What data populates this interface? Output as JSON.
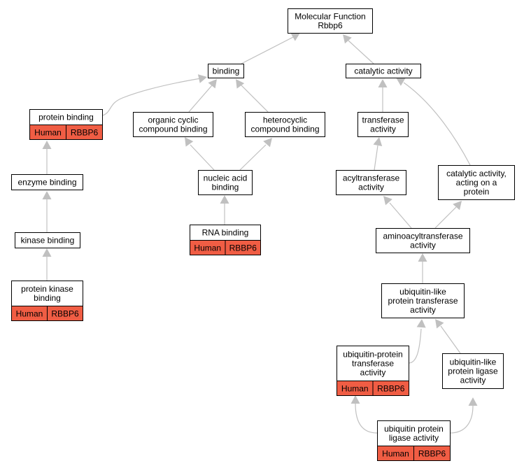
{
  "colors": {
    "annotation": "#f05d44",
    "edge": "#c0c0c0"
  },
  "nodes": [
    {
      "id": "mf",
      "lines": [
        "Molecular Function",
        "Rbbp6"
      ]
    },
    {
      "id": "binding",
      "lines": [
        "binding"
      ]
    },
    {
      "id": "catalytic",
      "lines": [
        "catalytic activity"
      ]
    },
    {
      "id": "protein_binding",
      "lines": [
        "protein binding"
      ],
      "annotation": [
        "Human",
        "RBBP6"
      ]
    },
    {
      "id": "organic_cyclic",
      "lines": [
        "organic cyclic",
        "compound binding"
      ]
    },
    {
      "id": "heterocyclic",
      "lines": [
        "heterocyclic",
        "compound binding"
      ]
    },
    {
      "id": "transferase",
      "lines": [
        "transferase",
        "activity"
      ]
    },
    {
      "id": "enzyme_binding",
      "lines": [
        "enzyme binding"
      ]
    },
    {
      "id": "nucleic_acid",
      "lines": [
        "nucleic acid",
        "binding"
      ]
    },
    {
      "id": "acyltransferase",
      "lines": [
        "acyltransferase",
        "activity"
      ]
    },
    {
      "id": "cat_protein",
      "lines": [
        "catalytic activity,",
        "acting on a",
        "protein"
      ]
    },
    {
      "id": "rna_binding",
      "lines": [
        "RNA binding"
      ],
      "annotation": [
        "Human",
        "RBBP6"
      ]
    },
    {
      "id": "aminoacyl",
      "lines": [
        "aminoacyltransferase",
        "activity"
      ]
    },
    {
      "id": "kinase_binding",
      "lines": [
        "kinase binding"
      ]
    },
    {
      "id": "protein_kinase",
      "lines": [
        "protein kinase",
        "binding"
      ],
      "annotation": [
        "Human",
        "RBBP6"
      ]
    },
    {
      "id": "ubl_transferase",
      "lines": [
        "ubiquitin-like",
        "protein transferase",
        "activity"
      ]
    },
    {
      "id": "ub_transferase",
      "lines": [
        "ubiquitin-protein",
        "transferase",
        "activity"
      ],
      "annotation": [
        "Human",
        "RBBP6"
      ]
    },
    {
      "id": "ubl_ligase",
      "lines": [
        "ubiquitin-like",
        "protein ligase",
        "activity"
      ]
    },
    {
      "id": "ub_ligase",
      "lines": [
        "ubiquitin protein",
        "ligase activity"
      ],
      "annotation": [
        "Human",
        "RBBP6"
      ]
    }
  ],
  "edges": [
    {
      "from": "binding",
      "to": "mf"
    },
    {
      "from": "catalytic",
      "to": "mf"
    },
    {
      "from": "protein_binding",
      "to": "binding"
    },
    {
      "from": "organic_cyclic",
      "to": "binding"
    },
    {
      "from": "heterocyclic",
      "to": "binding"
    },
    {
      "from": "transferase",
      "to": "catalytic"
    },
    {
      "from": "cat_protein",
      "to": "catalytic"
    },
    {
      "from": "enzyme_binding",
      "to": "protein_binding"
    },
    {
      "from": "nucleic_acid",
      "to": "organic_cyclic"
    },
    {
      "from": "nucleic_acid",
      "to": "heterocyclic"
    },
    {
      "from": "acyltransferase",
      "to": "transferase"
    },
    {
      "from": "rna_binding",
      "to": "nucleic_acid"
    },
    {
      "from": "aminoacyl",
      "to": "acyltransferase"
    },
    {
      "from": "aminoacyl",
      "to": "cat_protein"
    },
    {
      "from": "kinase_binding",
      "to": "enzyme_binding"
    },
    {
      "from": "protein_kinase",
      "to": "kinase_binding"
    },
    {
      "from": "ubl_transferase",
      "to": "aminoacyl"
    },
    {
      "from": "ub_transferase",
      "to": "ubl_transferase"
    },
    {
      "from": "ubl_ligase",
      "to": "ubl_transferase"
    },
    {
      "from": "ub_ligase",
      "to": "ub_transferase"
    },
    {
      "from": "ub_ligase",
      "to": "ubl_ligase"
    }
  ]
}
